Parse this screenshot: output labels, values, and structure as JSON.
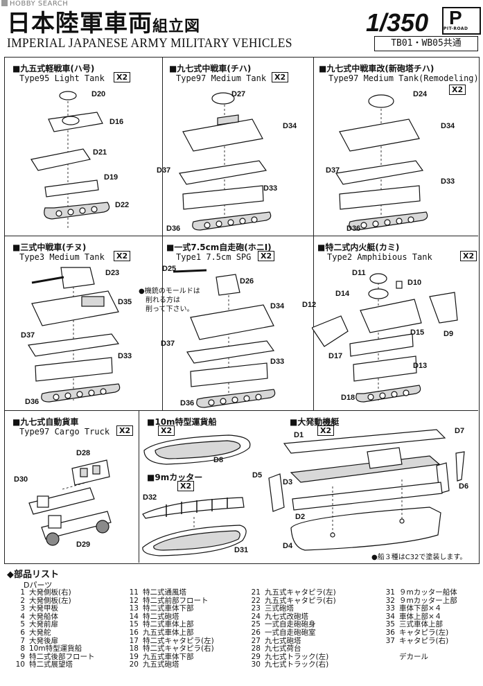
{
  "watermark": "HOBBY SEARCH",
  "header": {
    "title_jp_main": "日本陸軍車両",
    "title_jp_sub": "組立図",
    "title_en": "IMPERIAL JAPANESE ARMY MILITARY VEHICLES",
    "scale": "1/350",
    "brand_logo_letter": "P",
    "brand_logo_sub": "PIT-ROAD",
    "product_codes": "TB01・WB05共通"
  },
  "sections": [
    {
      "jp": "■九五式軽戦車(ハ号)",
      "en": "Type95 Light Tank",
      "qty": "X2",
      "parts": [
        "D20",
        "D16",
        "D21",
        "D19",
        "D22"
      ]
    },
    {
      "jp": "■九七式中戦車(チハ)",
      "en": "Type97 Medium Tank",
      "qty": "X2",
      "parts": [
        "D27",
        "D34",
        "D37",
        "D33",
        "D36"
      ]
    },
    {
      "jp": "■九七式中戦車改(新砲塔チハ)",
      "en": "Type97 Medium Tank(Remodeling)",
      "qty": "X2",
      "parts": [
        "D24",
        "D34",
        "D37",
        "D33",
        "D36"
      ]
    },
    {
      "jp": "■三式中戦車(チヌ)",
      "en": "Type3 Medium Tank",
      "qty": "X2",
      "parts": [
        "D23",
        "D35",
        "D37",
        "D33",
        "D36"
      ]
    },
    {
      "jp": "■一式7.5cm自走砲(ホニⅠ)",
      "en": "Type1 7.5cm SPG",
      "qty": "X2",
      "parts": [
        "D25",
        "D26",
        "D34",
        "D37",
        "D33",
        "D36"
      ],
      "note": [
        "●機銃のモールドは",
        "削れる方は",
        "削って下さい。"
      ]
    },
    {
      "jp": "■特二式内火艇(カミ)",
      "en": "Type2 Amphibious Tank",
      "qty": "X2",
      "parts": [
        "D11",
        "D10",
        "D14",
        "D12",
        "D15",
        "D9",
        "D17",
        "D13",
        "D18"
      ]
    },
    {
      "jp": "■九七式自動貨車",
      "en": "Type97 Cargo Truck",
      "qty": "X2",
      "parts": [
        "D28",
        "D30",
        "D29"
      ]
    },
    {
      "jp": "■10m特型運貨船",
      "qty": "X2",
      "parts": [
        "D8"
      ]
    },
    {
      "jp": "■9mカッター",
      "qty": "X2",
      "parts": [
        "D32",
        "D31"
      ]
    },
    {
      "jp": "■大発動機艇",
      "qty": "X2",
      "parts": [
        "D1",
        "D7",
        "D5",
        "D3",
        "D6",
        "D2",
        "D4"
      ],
      "note": "●船３種はC32で塗装します。"
    }
  ],
  "parts_list": {
    "heading": "◆部品リスト",
    "subheading": "Dパーツ",
    "columns": [
      [
        [
          "1",
          "大発側板(右)"
        ],
        [
          "2",
          "大発側板(左)"
        ],
        [
          "3",
          "大発甲板"
        ],
        [
          "4",
          "大発船体"
        ],
        [
          "5",
          "大発前扉"
        ],
        [
          "6",
          "大発舵"
        ],
        [
          "7",
          "大発後扉"
        ],
        [
          "8",
          "10m特型運貨船"
        ],
        [
          "9",
          "特二式後部フロート"
        ],
        [
          "10",
          "特二式展望塔"
        ]
      ],
      [
        [
          "11",
          "特二式通風塔"
        ],
        [
          "12",
          "特二式前部フロート"
        ],
        [
          "13",
          "特二式車体下部"
        ],
        [
          "14",
          "特二式砲塔"
        ],
        [
          "15",
          "特二式車体上部"
        ],
        [
          "16",
          "九五式車体上部"
        ],
        [
          "17",
          "特二式キャタピラ(左)"
        ],
        [
          "18",
          "特二式キャタピラ(右)"
        ],
        [
          "19",
          "九五式車体下部"
        ],
        [
          "20",
          "九五式砲塔"
        ]
      ],
      [
        [
          "21",
          "九五式キャタピラ(左)"
        ],
        [
          "22",
          "九五式キャタピラ(右)"
        ],
        [
          "23",
          "三式砲塔"
        ],
        [
          "24",
          "九七式改砲塔"
        ],
        [
          "25",
          "一式自走砲砲身"
        ],
        [
          "26",
          "一式自走砲砲室"
        ],
        [
          "27",
          "九七式砲塔"
        ],
        [
          "28",
          "九七式荷台"
        ],
        [
          "29",
          "九七式トラック(左)"
        ],
        [
          "30",
          "九七式トラック(右)"
        ]
      ],
      [
        [
          "31",
          "９mカッター船体"
        ],
        [
          "32",
          "９mカッター上部"
        ],
        [
          "33",
          "車体下部×４"
        ],
        [
          "34",
          "車体上部×４"
        ],
        [
          "35",
          "三式車体上部"
        ],
        [
          "36",
          "キャタピラ(左)"
        ],
        [
          "37",
          "キャタピラ(右)"
        ],
        [
          "",
          ""
        ],
        [
          "",
          "デカール"
        ]
      ]
    ]
  }
}
